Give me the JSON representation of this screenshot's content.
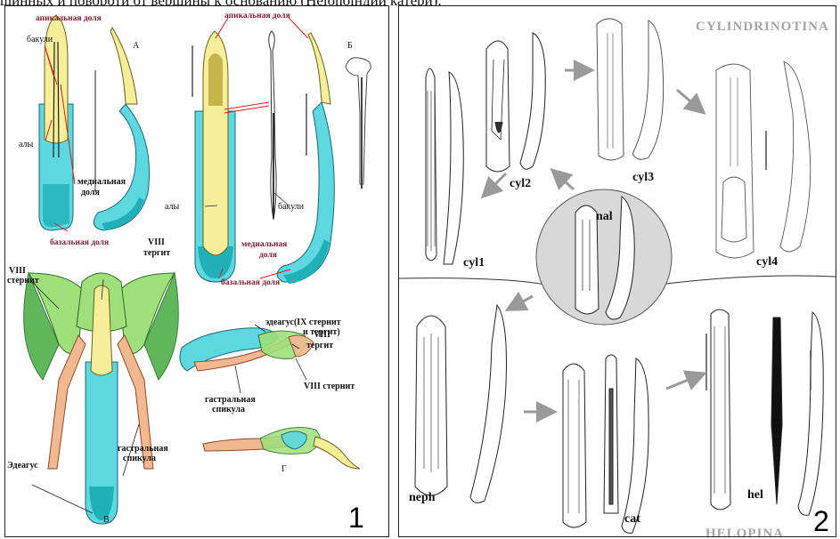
{
  "caption": "шинных и повороти от вершины к основанию (Неlоnоiндии катери).",
  "panel1": {
    "number": "1",
    "sub_labels": {
      "a": "А",
      "b": "Б",
      "v": "В",
      "g": "Г"
    },
    "labels": {
      "apical_a": "апикальная доля",
      "apical_b": "апикальная доля",
      "bakuli_a": "бакули",
      "aly_a": "алы",
      "medial_a_1": "медиальная",
      "medial_a_2": "доля",
      "basal_a": "базальная доля",
      "aly_b": "алы",
      "bakuli_b": "бакули",
      "medial_b_1": "медиальная",
      "medial_b_2": "доля",
      "basal_b": "базальная доля",
      "viii_sternite_1": "VIII",
      "viii_sternite_2": "стернит",
      "viii_tergite_1": "VIII",
      "viii_tergite_2": "тергит",
      "aedeagus_v": "Эдеагус",
      "gastral_v_1": "гастральная",
      "gastral_v_2": "спикула",
      "aedeagus_g_1": "эдеагус(IX стернит",
      "aedeagus_g_2": "и тергит)",
      "viii_tergite_g_1": "VIII",
      "viii_tergite_g_2": "тергит",
      "viii_sternite_g": "VIII стернит",
      "gastral_g_1": "гастральная",
      "gastral_g_2": "спикула"
    }
  },
  "panel2": {
    "number": "2",
    "groups": {
      "top": "CYLINDRINOTINA",
      "bottom": "HELOPINA"
    },
    "taxa": {
      "cyl1": "cyl1",
      "cyl2": "cyl2",
      "cyl3": "cyl3",
      "cyl4": "cyl4",
      "nal": "nal",
      "neph": "neph",
      "cat": "cat",
      "hel": "hel"
    }
  },
  "colors": {
    "cyan": "#5ed8e0",
    "cyan_dark": "#1fb0b8",
    "yellow": "#f7ee9a",
    "olive": "#c5b54a",
    "green": "#9fe07a",
    "green_dark": "#4fb04a",
    "salmon": "#f2b890",
    "maroon": "#7a1a2e",
    "arrow_grey": "#9a9a9a",
    "circle_grey": "#d8d8d8"
  }
}
